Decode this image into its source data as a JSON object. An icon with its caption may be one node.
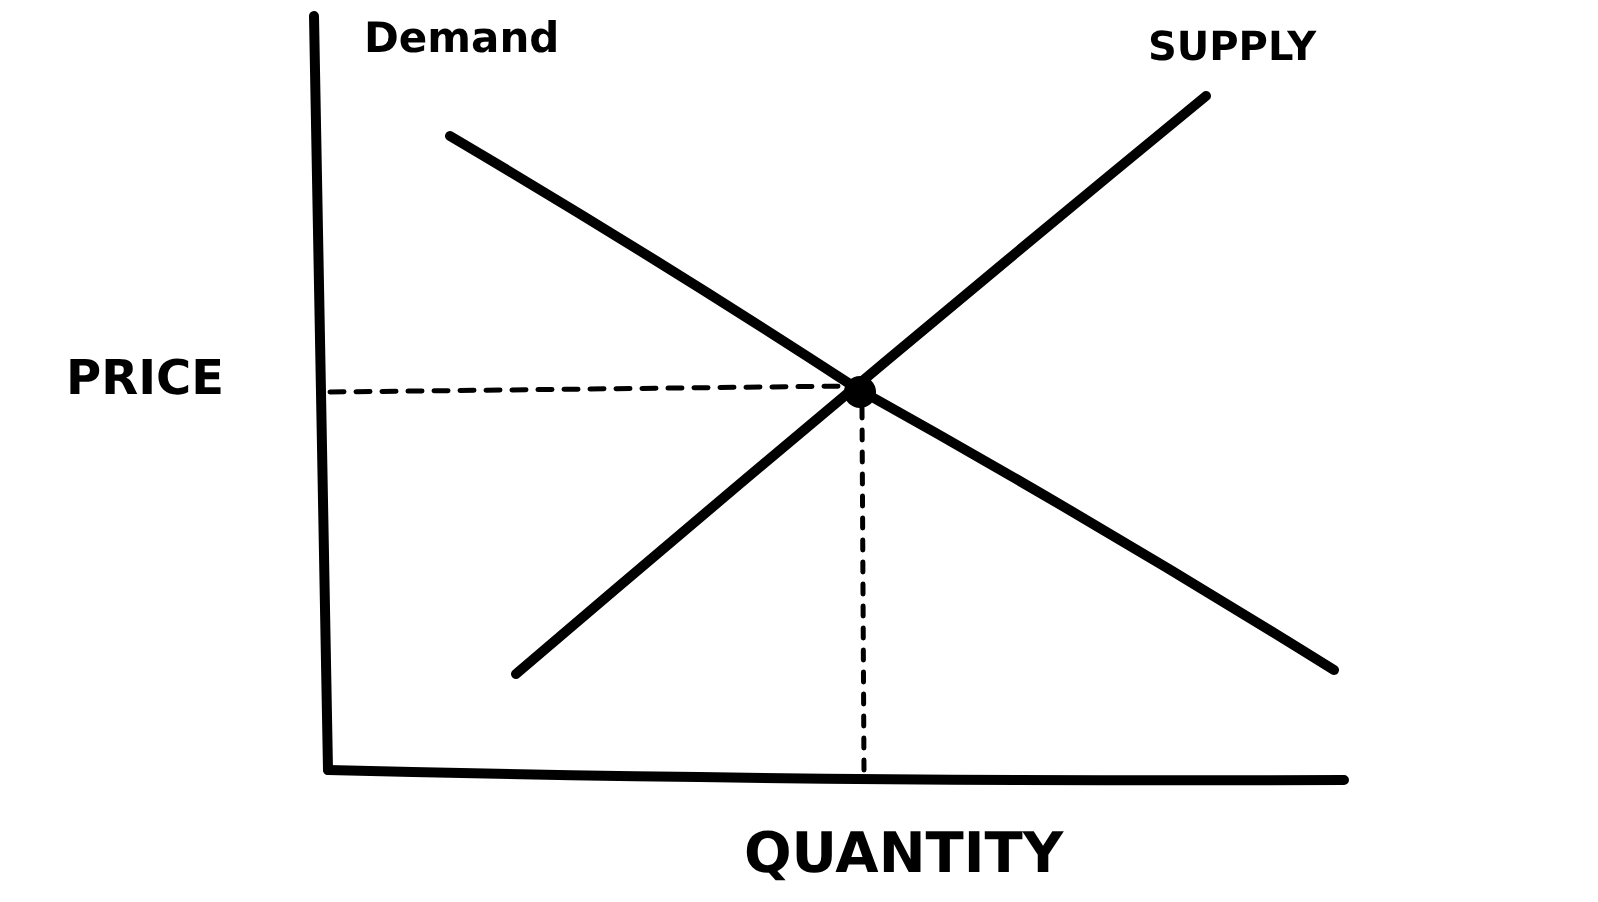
{
  "diagram": {
    "labels": [
      "Demand",
      "SUPPLY",
      "PRICE",
      "QUANTITY"
    ]
  }
}
